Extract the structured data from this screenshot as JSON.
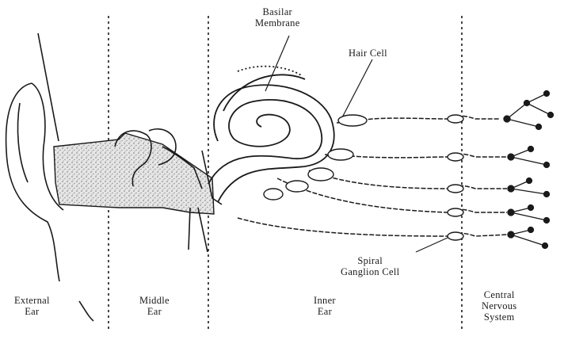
{
  "labels": {
    "basilar_membrane": [
      "Basilar",
      "Membrane"
    ],
    "hair_cell": "Hair Cell",
    "spiral_ganglion_cell": [
      "Spiral",
      "Ganglion Cell"
    ],
    "external_ear": [
      "External",
      "Ear"
    ],
    "middle_ear": [
      "Middle",
      "Ear"
    ],
    "inner_ear": [
      "Inner",
      "Ear"
    ],
    "cns": [
      "Central",
      "Nervous",
      "System"
    ]
  },
  "colors": {
    "ink": "#1a1a1a",
    "stipple": "#9a9a9a",
    "background": "#ffffff"
  }
}
